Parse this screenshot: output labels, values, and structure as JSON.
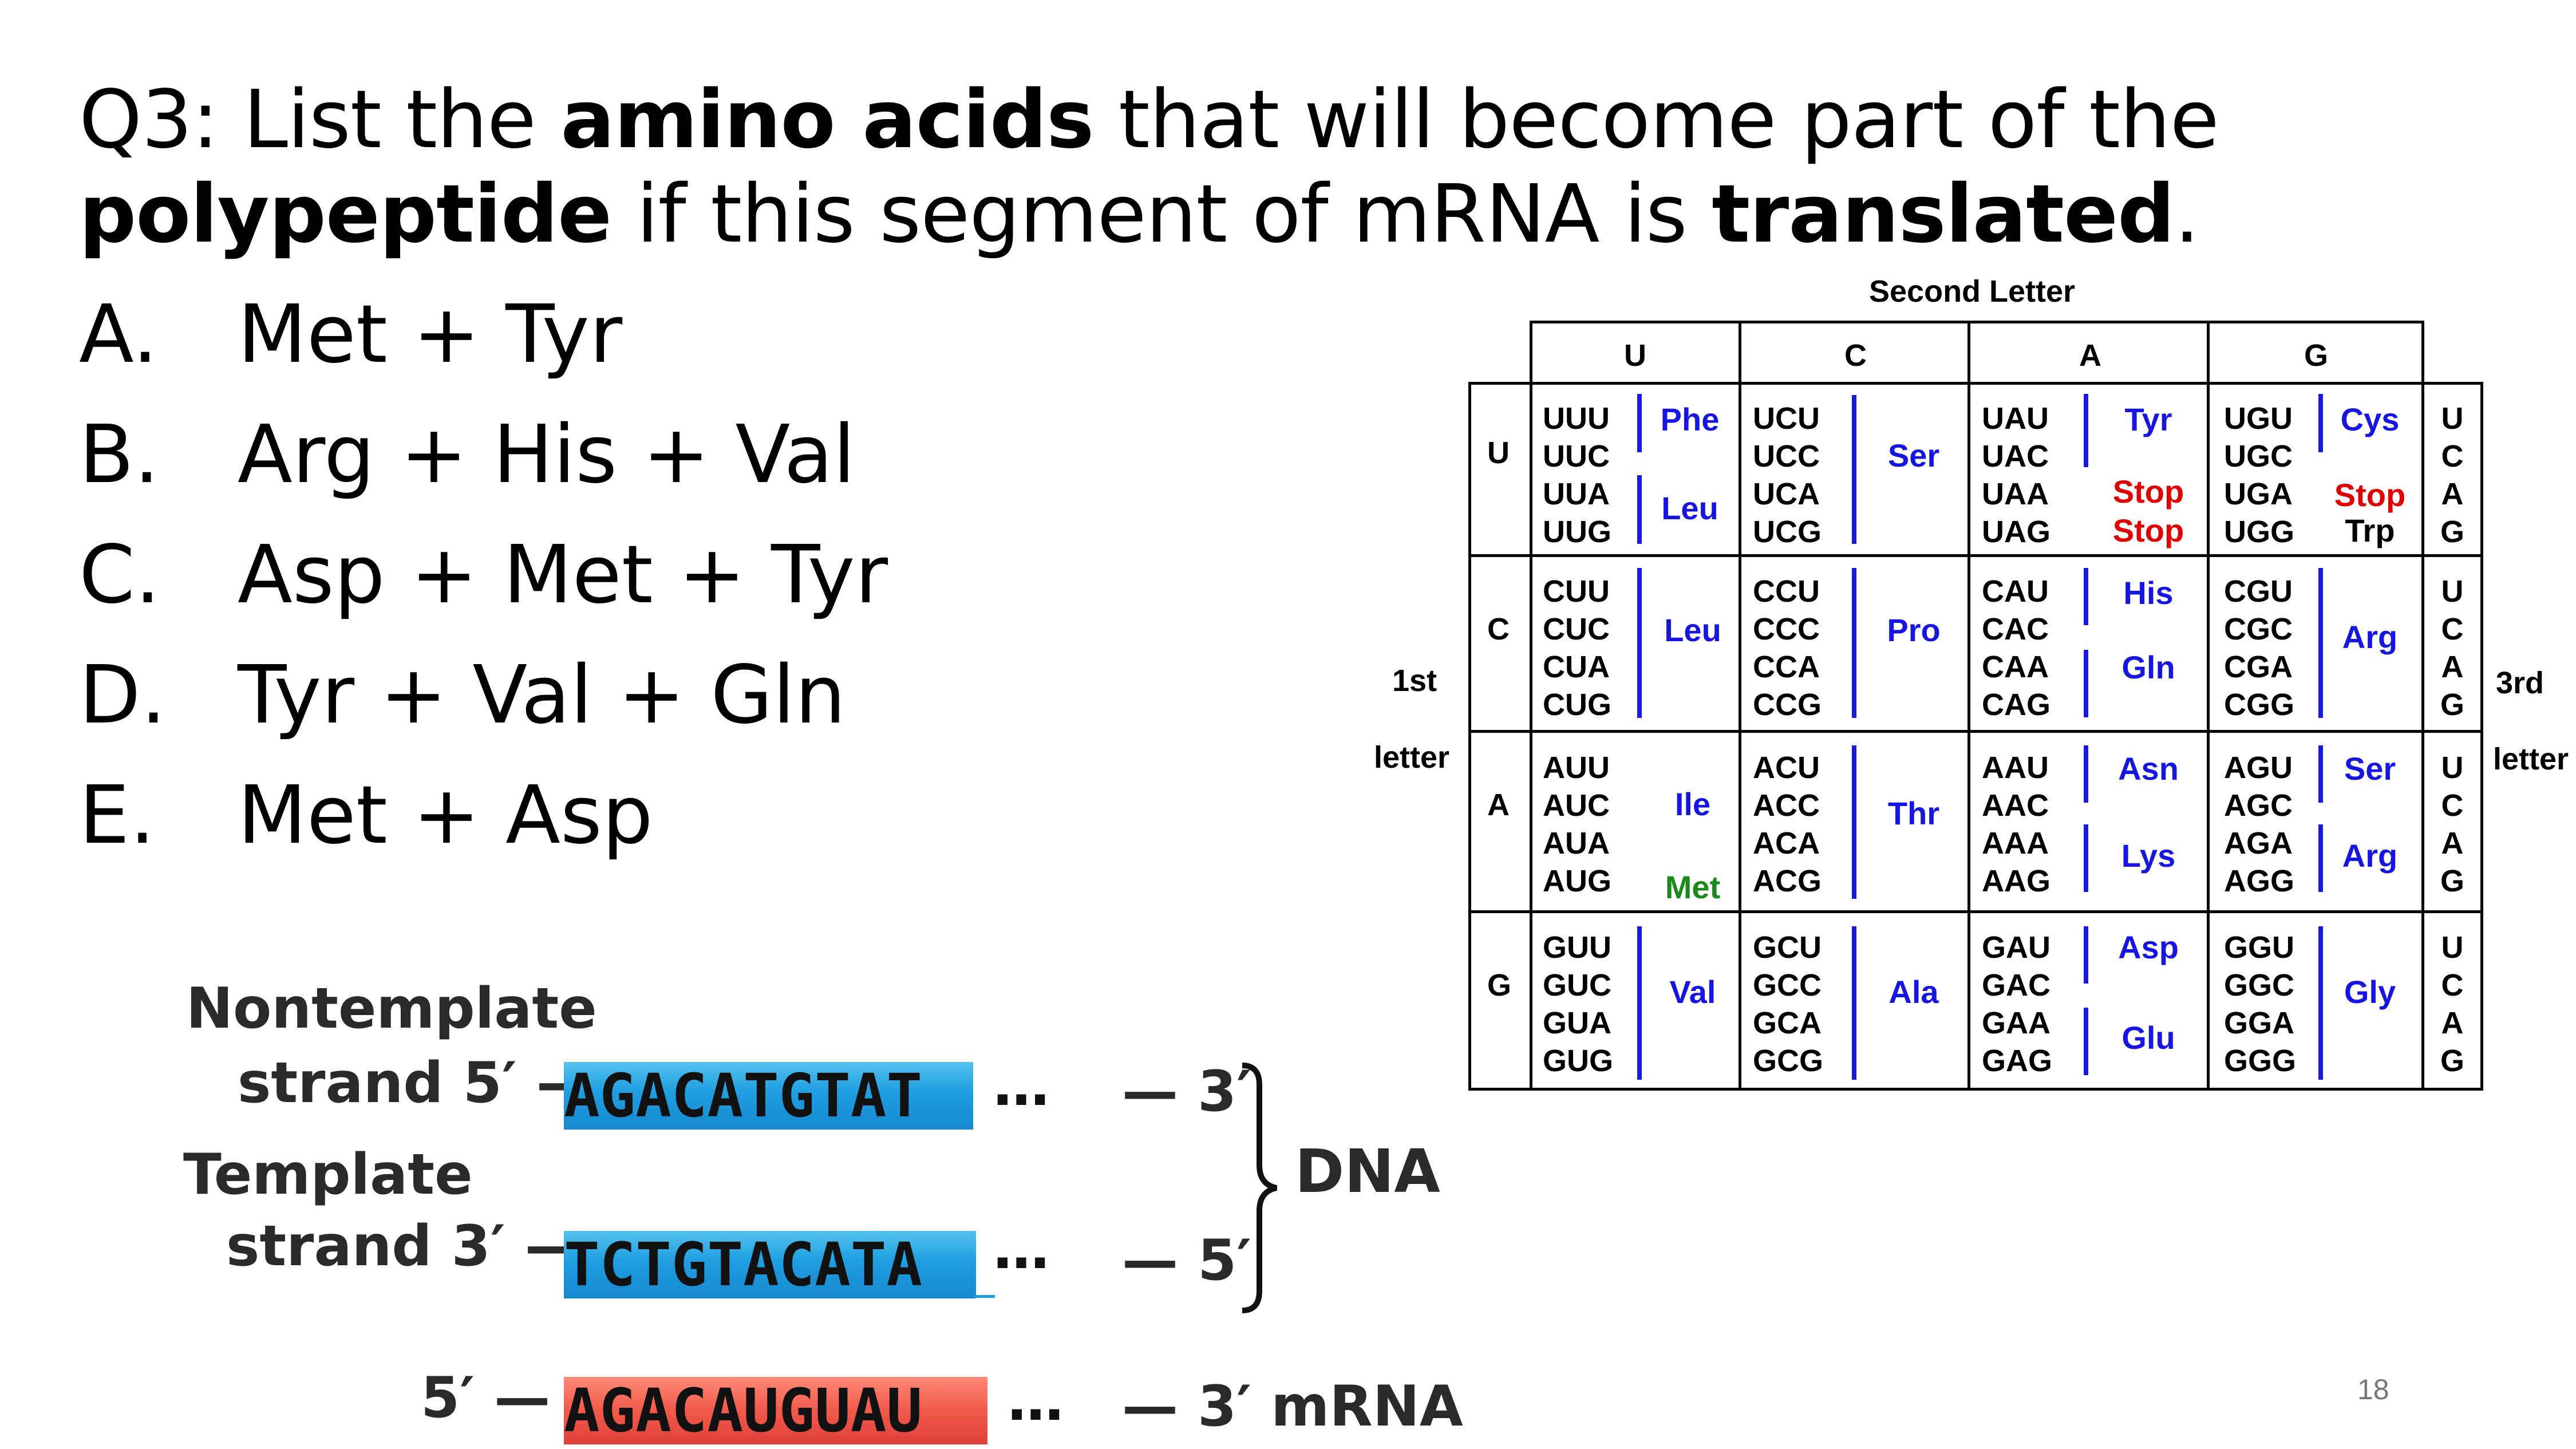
{
  "question": {
    "prefix": "Q3: List the ",
    "bold1": "amino acids",
    "mid1": " that will become part of the",
    "bold2": "polypeptide",
    "mid2": " if this segment of mRNA is ",
    "bold3": "translated",
    "end": "."
  },
  "options": [
    {
      "letter": "A.",
      "text": "Met + Tyr"
    },
    {
      "letter": "B.",
      "text": "Arg + His + Val"
    },
    {
      "letter": "C.",
      "text": "Asp + Met + Tyr"
    },
    {
      "letter": "D.",
      "text": "Tyr + Val + Gln"
    },
    {
      "letter": "E.",
      "text": "Met + Asp"
    }
  ],
  "codon_table": {
    "title": "Second Letter",
    "second_letters": [
      "U",
      "C",
      "A",
      "G"
    ],
    "first_letters": [
      "U",
      "C",
      "A",
      "G"
    ],
    "first_label_1": "1st",
    "first_label_2": "letter",
    "third_label_1": "3rd",
    "third_label_2": "letter",
    "third_letters": "U\nC\nA\nG",
    "rows": [
      {
        "cells": [
          {
            "codons": "UUU\nUUC\nUUA\nUUG",
            "aa": [
              "Phe",
              "Leu"
            ]
          },
          {
            "codons": "UCU\nUCC\nUCA\nUCG",
            "aa": [
              "Ser"
            ]
          },
          {
            "codons": "UAU\nUAC\nUAA\nUAG",
            "aa": [
              "Tyr",
              "Stop",
              "Stop"
            ]
          },
          {
            "codons": "UGU\nUGC\nUGA\nUGG",
            "aa": [
              "Cys",
              "Stop",
              "Trp"
            ]
          }
        ]
      },
      {
        "cells": [
          {
            "codons": "CUU\nCUC\nCUA\nCUG",
            "aa": [
              "Leu"
            ]
          },
          {
            "codons": "CCU\nCCC\nCCA\nCCG",
            "aa": [
              "Pro"
            ]
          },
          {
            "codons": "CAU\nCAC\nCAA\nCAG",
            "aa": [
              "His",
              "Gln"
            ]
          },
          {
            "codons": "CGU\nCGC\nCGA\nCGG",
            "aa": [
              "Arg"
            ]
          }
        ]
      },
      {
        "cells": [
          {
            "codons": "AUU\nAUC\nAUA\nAUG",
            "aa": [
              "Ile",
              "Met"
            ]
          },
          {
            "codons": "ACU\nACC\nACA\nACG",
            "aa": [
              "Thr"
            ]
          },
          {
            "codons": "AAU\nAAC\nAAA\nAAG",
            "aa": [
              "Asn",
              "Lys"
            ]
          },
          {
            "codons": "AGU\nAGC\nAGA\nAGG",
            "aa": [
              "Ser",
              "Arg"
            ]
          }
        ]
      },
      {
        "cells": [
          {
            "codons": "GUU\nGUC\nGUA\nGUG",
            "aa": [
              "Val"
            ]
          },
          {
            "codons": "GCU\nGCC\nGCA\nGCG",
            "aa": [
              "Ala"
            ]
          },
          {
            "codons": "GAU\nGAC\nGAA\nGAG",
            "aa": [
              "Asp",
              "Glu"
            ]
          },
          {
            "codons": "GGU\nGGC\nGGA\nGGG",
            "aa": [
              "Gly"
            ]
          }
        ]
      }
    ]
  },
  "dna_figure": {
    "nontemplate_1": "Nontemplate",
    "nontemplate_2": "strand 5′ —",
    "template_1": "Template",
    "template_2": "strand 3′ —",
    "nontemplate_seq": "AGACATGTAT",
    "template_seq": "TCTGTACATA",
    "mrna_prefix": "5′ —",
    "mrna_seq": "AGACAUGUAU",
    "ellipsis": "…",
    "end_3": "— 3′",
    "end_5": "— 5′",
    "dna_label": "DNA",
    "mrna_end": "— 3′ mRNA"
  },
  "page_number": "18",
  "colors": {
    "amino_acid": "#1616e0",
    "stop": "#e00000",
    "start": "#1a8a1a",
    "dna_highlight": "#1e9ee0",
    "mrna_highlight": "#f15a4a"
  }
}
